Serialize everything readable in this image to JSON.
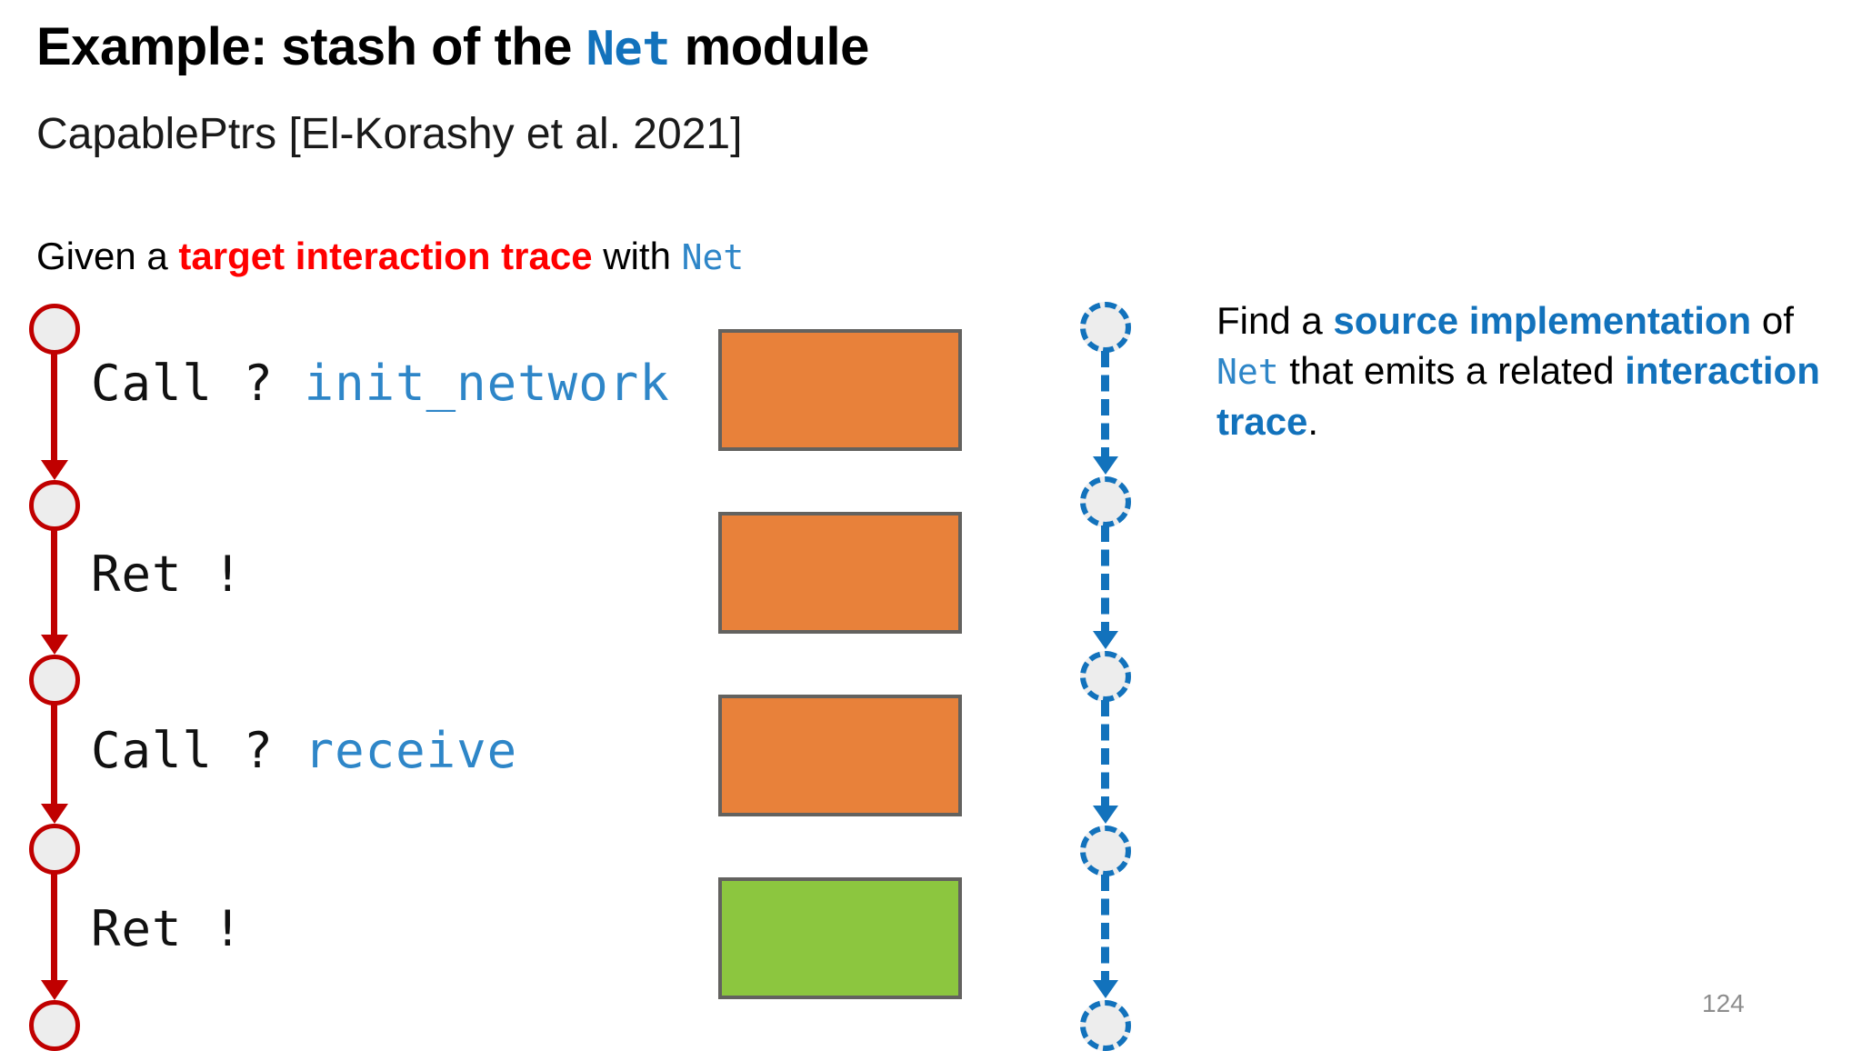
{
  "slide": {
    "title_prefix": "Example: stash of the ",
    "title_module": "Net",
    "title_suffix": " module",
    "subtitle": "CapablePtrs [El-Korashy et al. 2021]",
    "page_number": "124",
    "background_color": "#ffffff"
  },
  "lead": {
    "prefix": "Given a ",
    "highlight": "target interaction trace",
    "middle": " with ",
    "module": "Net",
    "highlight_color": "#FF0000",
    "module_color": "#2E86C8"
  },
  "target_trace": {
    "name": "target interaction trace",
    "color": "#C00000",
    "node_fill": "#EDEDED",
    "node_count": 5,
    "edges": [
      {
        "label_action": "Call ?",
        "label_arg": "init_network"
      },
      {
        "label_action": "Ret !",
        "label_arg": ""
      },
      {
        "label_action": "Call ?",
        "label_arg": "receive"
      },
      {
        "label_action": "Ret !",
        "label_arg": ""
      }
    ]
  },
  "chunks": [
    {
      "name": "chunk-1",
      "color": "#E8813A",
      "border_color": "#63625F"
    },
    {
      "name": "chunk-2",
      "color": "#E8813A",
      "border_color": "#63625F"
    },
    {
      "name": "chunk-3",
      "color": "#E8813A",
      "border_color": "#63625F"
    },
    {
      "name": "chunk-4",
      "color": "#8CC63F",
      "border_color": "#63625F"
    }
  ],
  "source_trace": {
    "name": "source interaction trace",
    "color": "#1272BC",
    "node_fill": "#EDEDED",
    "node_count": 5,
    "style": "dashed"
  },
  "explanation": {
    "part1": "Find a ",
    "bold1": "source implementation",
    "part2": " of ",
    "module": "Net",
    "part3": " that emits a related ",
    "bold2": "interaction trace",
    "part4": ".",
    "accent_color": "#1272BC"
  }
}
